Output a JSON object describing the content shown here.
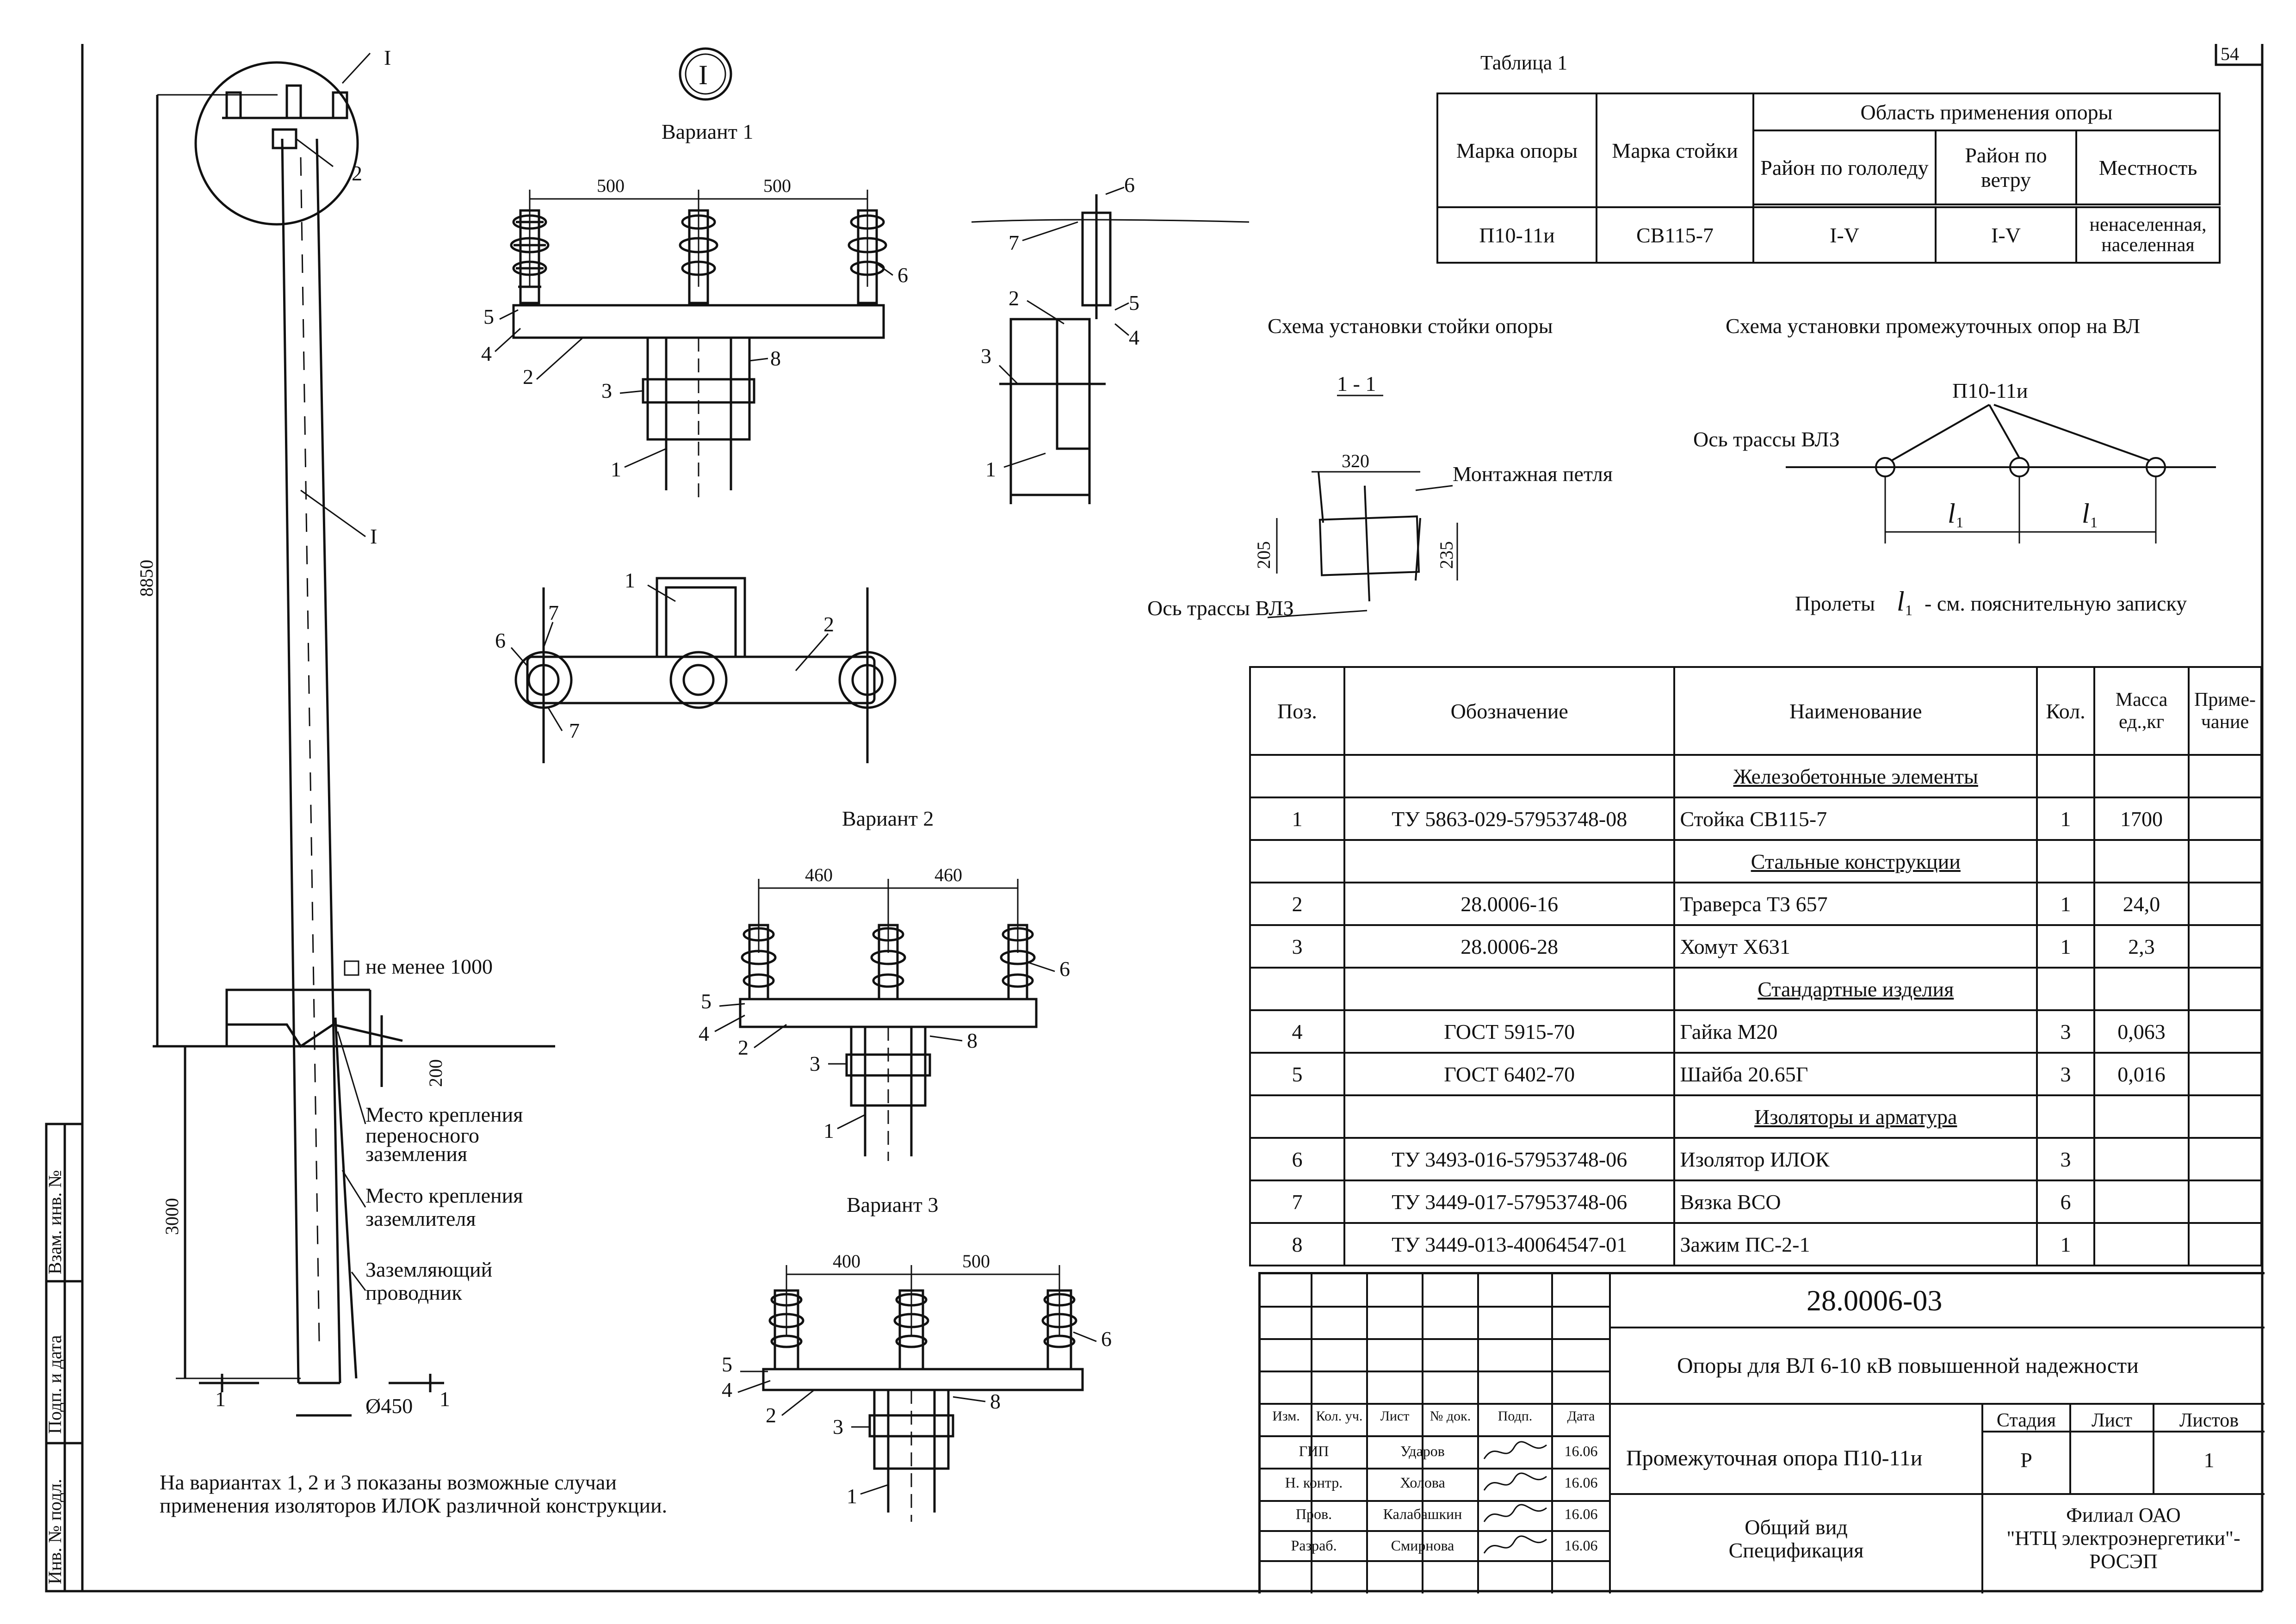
{
  "sheet_number": "54",
  "callout_marker": "I",
  "variants": {
    "v1": "Вариант 1",
    "v2": "Вариант 2",
    "v3": "Вариант 3"
  },
  "dims": {
    "v1_left": "500",
    "v1_right": "500",
    "v2_left": "460",
    "v2_right": "460",
    "v3_left": "400",
    "v3_right": "500",
    "height_total": "8850",
    "height_below": "3000",
    "depth": "200",
    "diameter": "Ø450",
    "not_less": "не менее 1000",
    "scheme_width": "320",
    "scheme_h_left": "205",
    "scheme_h_right": "235"
  },
  "labels": {
    "pole_mark_top": "I",
    "pole_mark_mid": "I",
    "section_mark": "1",
    "grounding_1a": "Место крепления",
    "grounding_1b": "переносного",
    "grounding_1c": "заземления",
    "grounding_2a": "Место крепления",
    "grounding_2b": "заземлителя",
    "grounding_3a": "Заземляющий",
    "grounding_3b": "проводник",
    "scheme_stand_title": "Схема установки стойки опоры",
    "section_label": "1 - 1",
    "mounting_loop": "Монтажная петля",
    "axis_vlz": "Ось трассы ВЛЗ",
    "scheme_vl_title": "Схема установки промежуточных опор на ВЛ",
    "support_mark": "П10-11и",
    "axis_vlz2": "Ось трассы ВЛЗ",
    "span_l": "l",
    "span_sub": "1",
    "spans_note_a": "Пролеты",
    "spans_note_b": "- см. пояснительную записку"
  },
  "table1": {
    "caption": "Таблица 1",
    "h_mark": "Марка опоры",
    "h_stand": "Марка стойки",
    "h_area": "Область применения опоры",
    "h_ice": "Район по гололеду",
    "h_wind": "Район по ветру",
    "h_locality": "Местность",
    "row": {
      "mark": "П10-11и",
      "stand": "СВ115-7",
      "ice": "I-V",
      "wind": "I-V",
      "locality": "ненаселенная, населенная"
    }
  },
  "spec": {
    "headers": {
      "pos": "Поз.",
      "code": "Обозначение",
      "name": "Наименование",
      "qty": "Кол.",
      "mass": "Масса ед.,кг",
      "note": "Приме- чание"
    },
    "rows": [
      {
        "section": "Железобетонные элементы"
      },
      {
        "pos": "1",
        "code": "ТУ 5863-029-57953748-08",
        "name": "Стойка СВ115-7",
        "qty": "1",
        "mass": "1700"
      },
      {
        "section": "Стальные конструкции"
      },
      {
        "pos": "2",
        "code": "28.0006-16",
        "name": "Траверса ТЗ 657",
        "qty": "1",
        "mass": "24,0"
      },
      {
        "pos": "3",
        "code": "28.0006-28",
        "name": "Хомут Х631",
        "qty": "1",
        "mass": "2,3"
      },
      {
        "section": "Стандартные изделия"
      },
      {
        "pos": "4",
        "code": "ГОСТ 5915-70",
        "name": "Гайка М20",
        "qty": "3",
        "mass": "0,063"
      },
      {
        "pos": "5",
        "code": "ГОСТ 6402-70",
        "name": "Шайба 20.65Г",
        "qty": "3",
        "mass": "0,016"
      },
      {
        "section": "Изоляторы и арматура"
      },
      {
        "pos": "6",
        "code": "ТУ 3493-016-57953748-06",
        "name": "Изолятор ИЛОК",
        "qty": "3",
        "mass": ""
      },
      {
        "pos": "7",
        "code": "ТУ 3449-017-57953748-06",
        "name": "Вязка ВСО",
        "qty": "6",
        "mass": ""
      },
      {
        "pos": "8",
        "code": "ТУ 3449-013-40064547-01",
        "name": "Зажим ПС-2-1",
        "qty": "1",
        "mass": ""
      }
    ]
  },
  "title_block": {
    "doc_code": "28.0006-03",
    "project": "Опоры для ВЛ 6-10 кВ повышенной надежности",
    "col_izm": "Изм.",
    "col_kol": "Кол. уч.",
    "col_list": "Лист",
    "col_ndok": "№ док.",
    "col_podp": "Подп.",
    "col_date": "Дата",
    "roles": [
      {
        "role": "ГИП",
        "name": "Ударов",
        "date": "16.06"
      },
      {
        "role": "Н. контр.",
        "name": "Холова",
        "date": "16.06"
      },
      {
        "role": "Пров.",
        "name": "Калабашкин",
        "date": "16.06"
      },
      {
        "role": "Разраб.",
        "name": "Смирнова",
        "date": "16.06"
      }
    ],
    "title": "Промежуточная опора П10-11и",
    "subtitle_a": "Общий вид",
    "subtitle_b": "Спецификация",
    "stage_label": "Стадия",
    "sheet_label": "Лист",
    "sheets_label": "Листов",
    "stage": "Р",
    "sheet": "",
    "sheets": "1",
    "org_a": "Филиал ОАО",
    "org_b": "\"НТЦ электроэнергетики\"-",
    "org_c": "РОСЭП"
  },
  "side_stamp": {
    "a": "Взам. инв. №",
    "b": "Подп. и дата",
    "c": "Инв. № подл."
  },
  "note_a": "На вариантах 1, 2 и 3 показаны возможные случаи",
  "note_b": "применения изоляторов ИЛОК различной конструкции."
}
